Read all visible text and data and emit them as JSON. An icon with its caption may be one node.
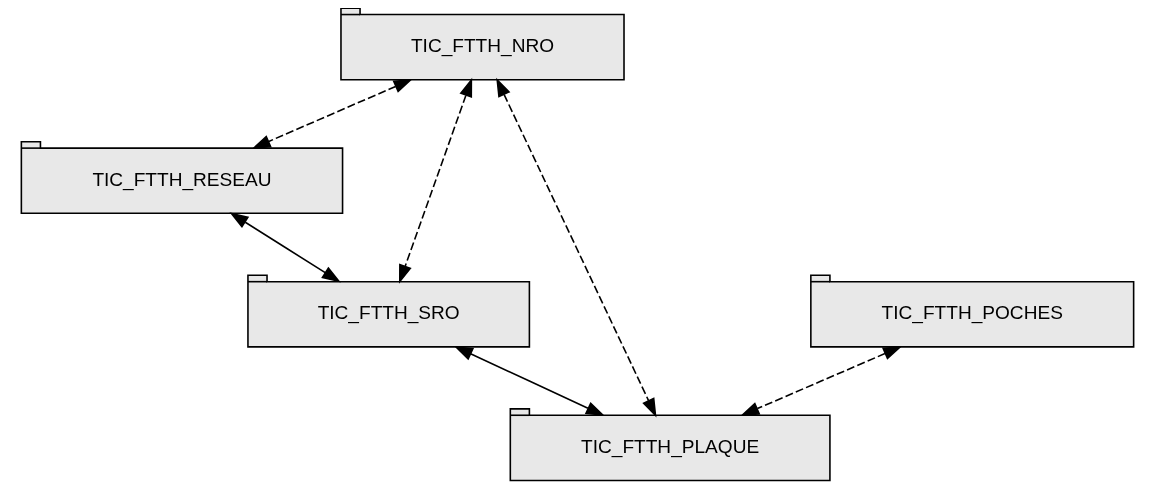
{
  "diagram": {
    "nodes": [
      {
        "text": [
          "TIC_FTTH_NRO"
        ]
      },
      {
        "text": [
          "TIC_FTTH_RESEAU"
        ]
      },
      {
        "text": [
          "TIC_FTTH_POCHES"
        ]
      },
      {
        "text": [
          "TIC_FTTH_SRO"
        ]
      },
      {
        "text": [
          "TIC_FTTH_PLAQUE"
        ]
      }
    ],
    "edges": [
      {
        "from": 0,
        "to": 1,
        "arrow": "both",
        "style": "dashed"
      },
      {
        "from": 1,
        "to": 3,
        "arrow": "both"
      },
      {
        "from": 0,
        "to": 3,
        "arrow": "both",
        "style": "dashed"
      },
      {
        "from": 3,
        "to": 4,
        "arrow": "both"
      },
      {
        "from": 0,
        "to": 4,
        "arrow": "both",
        "style": "dashed"
      },
      {
        "from": 2,
        "to": 4,
        "arrow": "both",
        "style": "dashed"
      }
    ]
  }
}
